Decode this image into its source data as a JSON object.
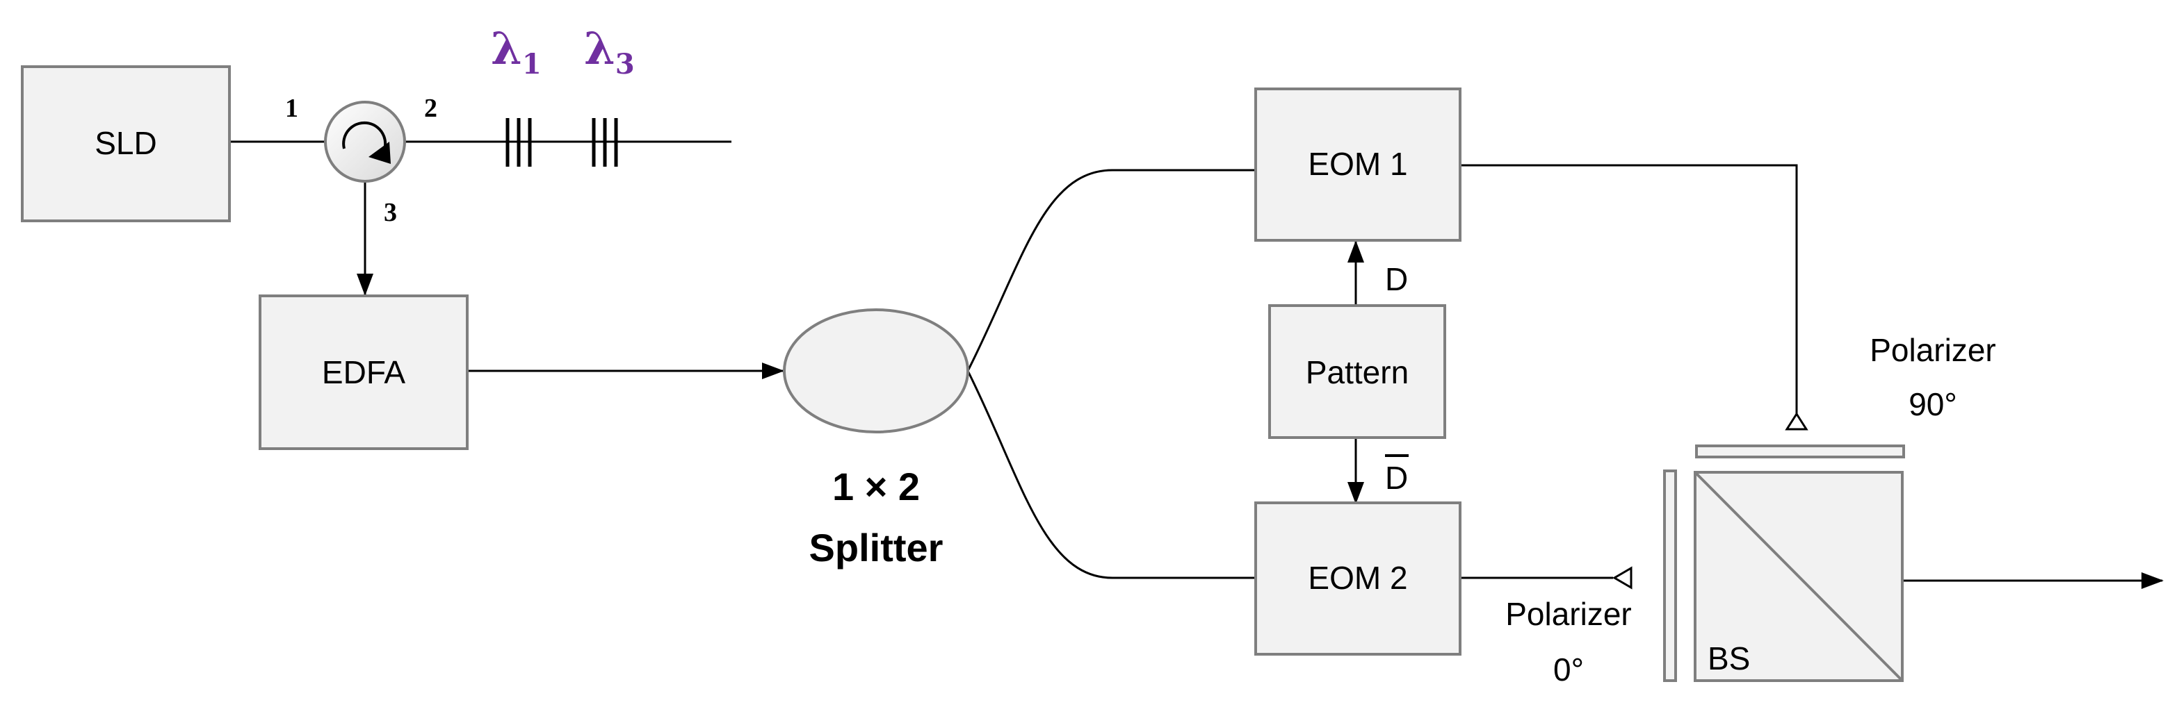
{
  "components": {
    "sld": "SLD",
    "edfa": "EDFA",
    "eom1": "EOM 1",
    "eom2": "EOM 2",
    "pattern": "Pattern",
    "bs": "BS"
  },
  "circulator_ports": {
    "p1": "1",
    "p2": "2",
    "p3": "3"
  },
  "gratings": [
    {
      "symbol": "λ",
      "subscript": "1"
    },
    {
      "symbol": "λ",
      "subscript": "3"
    }
  ],
  "splitter": {
    "line1": "1 × 2",
    "line2": "Splitter"
  },
  "signals": {
    "d": "D",
    "d_bar": "D"
  },
  "polarizers": {
    "top_name": "Polarizer",
    "top_angle": "90°",
    "bottom_name": "Polarizer",
    "bottom_angle": "0°"
  },
  "colors": {
    "box_fill": "#f2f2f2",
    "box_stroke": "#7f7f7f",
    "wavelength": "#7030a0"
  }
}
